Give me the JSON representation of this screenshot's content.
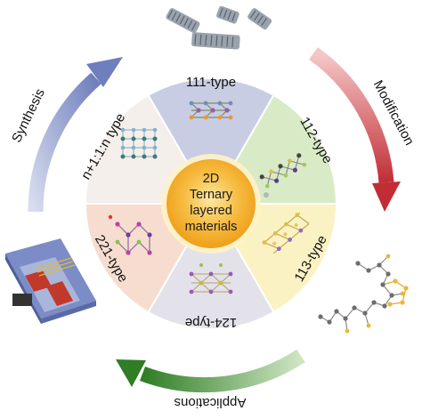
{
  "center": {
    "lines": [
      "2D",
      "Ternary",
      "layered",
      "materials"
    ]
  },
  "segments": [
    {
      "id": "111",
      "label": "111-type",
      "color": "#c8cde3"
    },
    {
      "id": "112",
      "label": "112-type",
      "color": "#d9ebc6"
    },
    {
      "id": "113",
      "label": "113-type",
      "color": "#fbf2c4"
    },
    {
      "id": "124",
      "label": "124-type",
      "color": "#e3e1ea"
    },
    {
      "id": "221",
      "label": "221-type",
      "color": "#f7ddd0"
    },
    {
      "id": "n11n",
      "label": "n+1:1:n type",
      "color": "#f4efeb"
    }
  ],
  "arcs": {
    "synthesis": {
      "label": "Synthesis",
      "color": "#8c98c6"
    },
    "modification": {
      "label": "Modification",
      "color": "#c9363d"
    },
    "applications": {
      "label": "Applications",
      "color": "#3e8a2e"
    }
  },
  "colors": {
    "center_fill": "#f2a521",
    "center_glow": "#fbd67a",
    "divider": "#ffffff"
  }
}
